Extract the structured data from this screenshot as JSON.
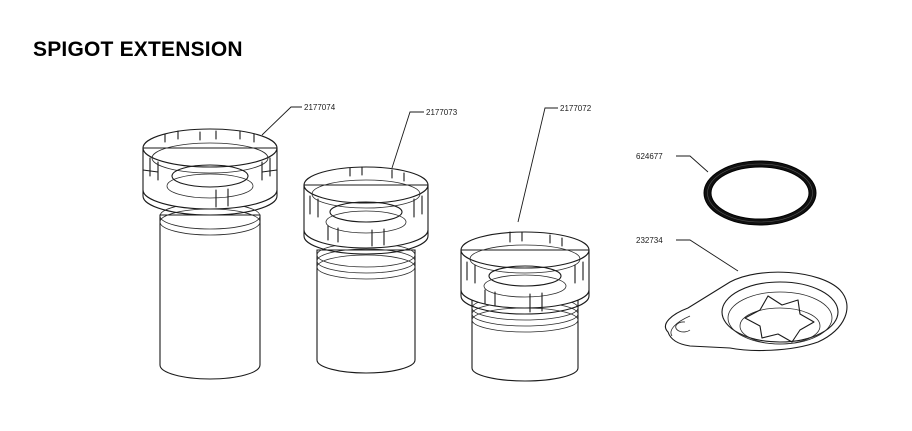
{
  "title": "SPIGOT EXTENSION",
  "parts": [
    {
      "part_number": "2177074"
    },
    {
      "part_number": "2177073"
    },
    {
      "part_number": "2177072"
    },
    {
      "part_number": "624677"
    },
    {
      "part_number": "232734"
    }
  ]
}
